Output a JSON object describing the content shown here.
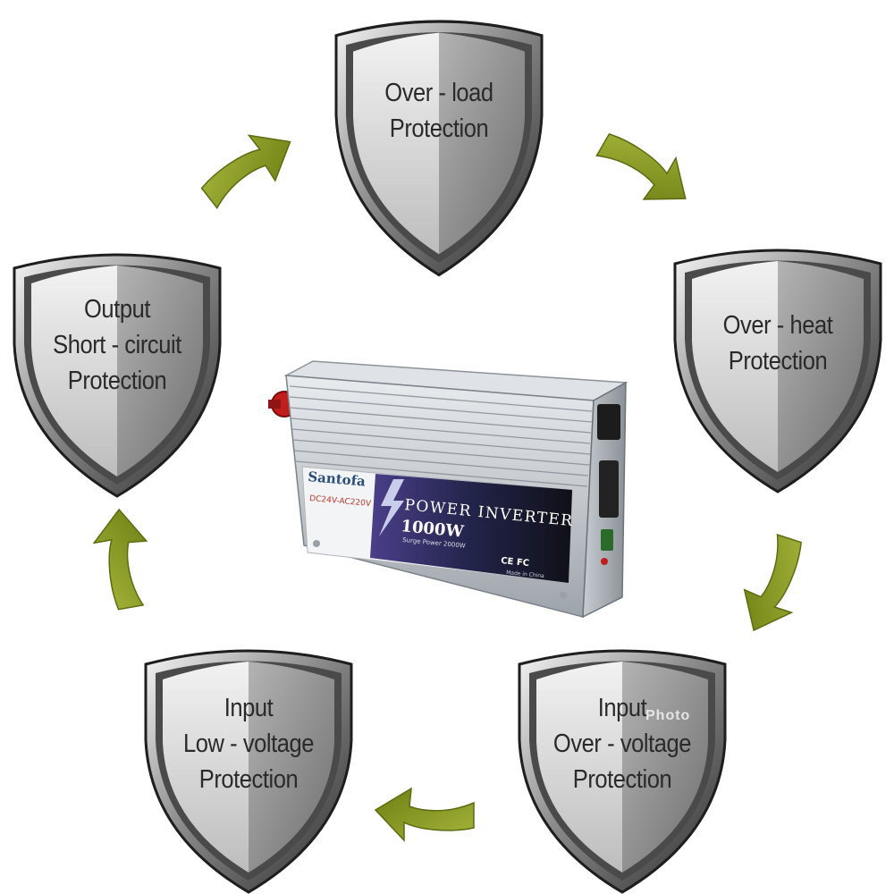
{
  "shields": [
    {
      "id": "overload",
      "lines": [
        "Over - load",
        "Protection"
      ]
    },
    {
      "id": "overheat",
      "lines": [
        "Over - heat",
        "Protection"
      ]
    },
    {
      "id": "input-overvoltage",
      "lines": [
        "Input",
        "Over - voltage",
        "Protection"
      ]
    },
    {
      "id": "input-lowvoltage",
      "lines": [
        "Input",
        "Low - voltage",
        "Protection"
      ]
    },
    {
      "id": "output-shortcircuit",
      "lines": [
        "Output",
        "Short - circuit",
        "Protection"
      ]
    }
  ],
  "inverter": {
    "brand": "Santofa",
    "spec_line": "DC24V-AC220V",
    "title": "POWER INVERTER",
    "power": "1000W",
    "surge": "Surge Power 2000W",
    "marks": "CE  FC",
    "origin": "Made in China"
  },
  "watermark": "Photo",
  "colors": {
    "arrow": "#8a9a1f",
    "arrow_dark": "#6b7a12",
    "shield_rim": "#3a3a3a",
    "shield_face_light": "#e6e6e6",
    "shield_face_dark": "#8d8d8d",
    "inverter_body": "#c7ccd2",
    "inverter_label": "#1c1f3a"
  }
}
